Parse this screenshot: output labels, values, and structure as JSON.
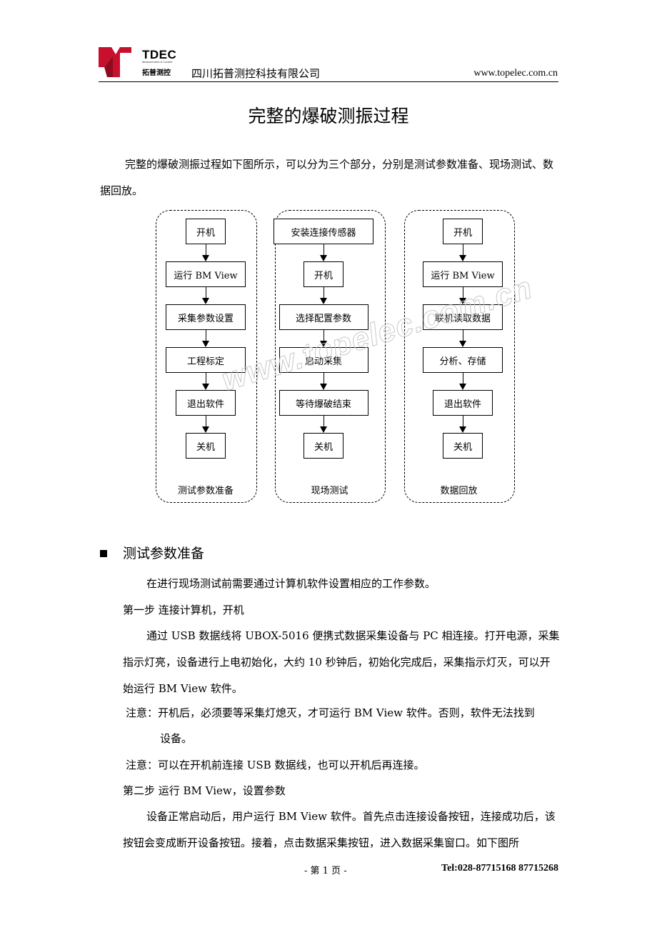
{
  "header": {
    "logo_text": "TDEC",
    "logo_sub": "Measurement & Control",
    "logo_cn": "拓普测控",
    "company": "四川拓普测控科技有限公司",
    "website": "www.topelec.com.cn"
  },
  "title": "完整的爆破测振过程",
  "intro": "完整的爆破测振过程如下图所示，可以分为三个部分，分别是测试参数准备、现场测试、数据回放。",
  "diagram": {
    "columns": [
      {
        "label": "测试参数准备",
        "steps": [
          "开机",
          "运行 BM View",
          "采集参数设置",
          "工程标定",
          "退出软件",
          "关机"
        ]
      },
      {
        "label": "现场测试",
        "steps": [
          "安装连接传感器",
          "开机",
          "选择配置参数",
          "启动采集",
          "等待爆破结束",
          "关机"
        ]
      },
      {
        "label": "数据回放",
        "steps": [
          "开机",
          "运行 BM View",
          "联机读取数据",
          "分析、存储",
          "退出软件",
          "关机"
        ]
      }
    ],
    "watermark": "www.topelec.com.cn"
  },
  "section": {
    "title": "测试参数准备",
    "p1": "在进行现场测试前需要通过计算机软件设置相应的工作参数。",
    "step1_title": "第一步  连接计算机，开机",
    "step1_body": "通过 USB 数据线将 UBOX-5016 便携式数据采集设备与 PC 相连接。打开电源，采集指示灯亮，设备进行上电初始化，大约 10 秒钟后，初始化完成后，采集指示灯灭，可以开始运行 BM View 软件。",
    "note1_line1": "注意：开机后，必须要等采集灯熄灭，才可运行 BM View 软件。否则，软件无法找到",
    "note1_line2": "设备。",
    "note2": "注意：可以在开机前连接 USB 数据线，也可以开机后再连接。",
    "step2_title": "第二步  运行 BM View，设置参数",
    "step2_body": "设备正常启动后，用户运行 BM View 软件。首先点击连接设备按钮，连接成功后，该按钮会变成断开设备按钮。接着，点击数据采集按钮，进入数据采集窗口。如下图所"
  },
  "footer": {
    "page": "- 第 1 页 -",
    "tel": "Tel:028-87715168    87715268"
  }
}
